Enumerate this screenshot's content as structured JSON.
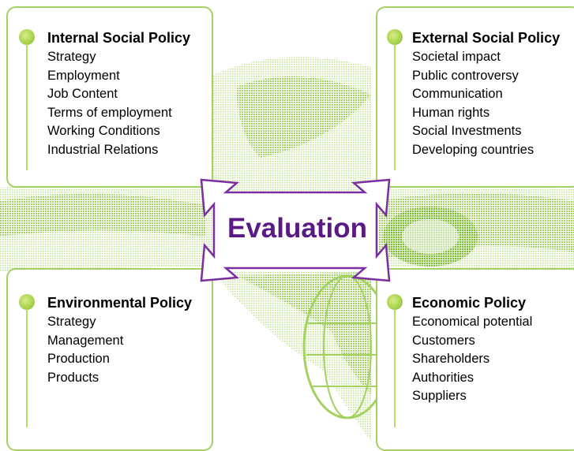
{
  "colors": {
    "box_border": "#a6d064",
    "background_pattern": "#9fcf5a",
    "evaluation_text": "#5a1a86",
    "arrow_border": "#7a2fa0"
  },
  "center": {
    "label": "Evaluation"
  },
  "boxes": {
    "internal_social": {
      "title": "Internal Social Policy",
      "items": [
        "Strategy",
        "Employment",
        "Job Content",
        "Terms of employment",
        "Working Conditions",
        "Industrial Relations"
      ]
    },
    "external_social": {
      "title": "External Social Policy",
      "items": [
        "Societal impact",
        "Public controversy",
        "Communication",
        "Human rights",
        "Social Investments",
        "Developing countries"
      ]
    },
    "environmental": {
      "title": "Environmental Policy",
      "items": [
        "Strategy",
        "Management",
        "Production",
        "Products"
      ]
    },
    "economic": {
      "title": "Economic Policy",
      "items": [
        "Economical potential",
        "Customers",
        "Shareholders",
        "Authorities",
        "Suppliers"
      ]
    }
  }
}
